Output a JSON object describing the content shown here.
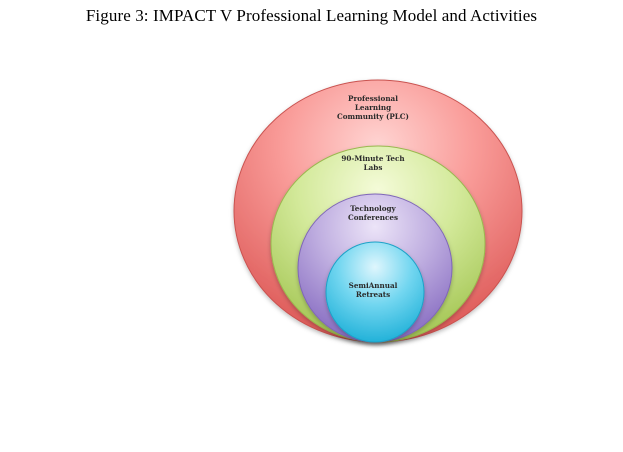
{
  "figure": {
    "title": "Figure 3:  IMPACT V Professional Learning Model and Activities"
  },
  "diagram": {
    "type": "nested-circles",
    "rings": [
      {
        "label": "Professional\nLearning\nCommunity (PLC)",
        "color": "#ef7b78"
      },
      {
        "label": "90-Minute Tech\nLabs",
        "color": "#c7e07c"
      },
      {
        "label": "Technology\nConferences",
        "color": "#ab94d6"
      },
      {
        "label": "SemiAnnual\nRetreats",
        "color": "#45c6e6"
      }
    ]
  }
}
